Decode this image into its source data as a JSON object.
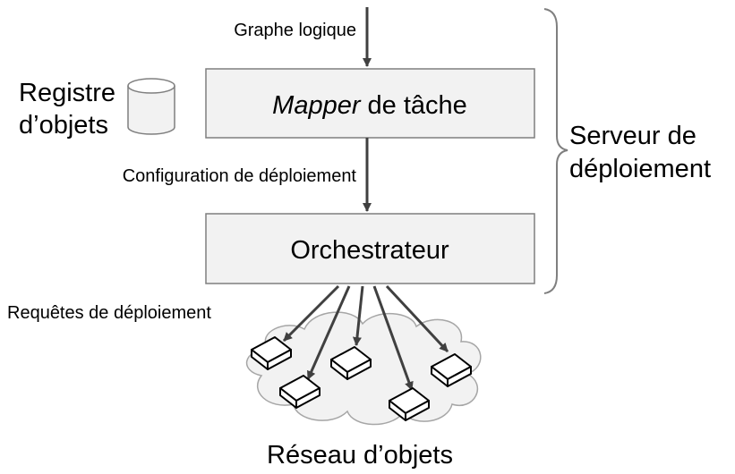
{
  "labels": {
    "input_graph": "Graphe logique",
    "registry_line1": "Registre",
    "registry_line2": "d’objets",
    "mapper_italic": "Mapper",
    "mapper_rest": " de tâche",
    "config": "Configuration de déploiement",
    "orchestrator": "Orchestrateur",
    "server_line1": "Serveur de",
    "server_line2": "déploiement",
    "requests": "Requêtes de déploiement",
    "network": "Réseau d’objets"
  },
  "icons": {
    "registry": "database-cylinder-icon",
    "device": "iot-device-icon",
    "cloud": "network-cloud-icon"
  },
  "colors": {
    "box_fill": "#f2f2f2",
    "box_stroke": "#7f7f7f",
    "arrow": "#404040",
    "brace": "#7f7f7f",
    "cloud_fill": "#f2f2f2",
    "cloud_stroke": "#a6a6a6"
  }
}
